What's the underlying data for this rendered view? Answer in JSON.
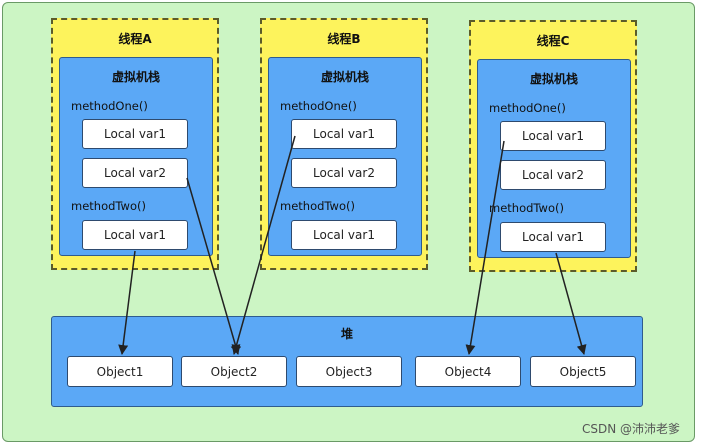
{
  "threads": [
    {
      "title": "线程A",
      "stack_title": "虚拟机栈",
      "method_one": "methodOne()",
      "method_one_vars": [
        "Local var1",
        "Local var2"
      ],
      "method_two": "methodTwo()",
      "method_two_vars": [
        "Local var1"
      ]
    },
    {
      "title": "线程B",
      "stack_title": "虚拟机栈",
      "method_one": "methodOne()",
      "method_one_vars": [
        "Local var1",
        "Local var2"
      ],
      "method_two": "methodTwo()",
      "method_two_vars": [
        "Local var1"
      ]
    },
    {
      "title": "线程C",
      "stack_title": "虚拟机栈",
      "method_one": "methodOne()",
      "method_one_vars": [
        "Local var1",
        "Local var2"
      ],
      "method_two": "methodTwo()",
      "method_two_vars": [
        "Local var1"
      ]
    }
  ],
  "heap": {
    "title": "堆",
    "objects": [
      "Object1",
      "Object2",
      "Object3",
      "Object4",
      "Object5"
    ]
  },
  "references": [
    {
      "from": "线程A · methodTwo() · Local var1",
      "to": "Object1"
    },
    {
      "from": "线程A · methodOne() · Local var2",
      "to": "Object2"
    },
    {
      "from": "线程B · methodOne() · Local var1",
      "to": "Object2"
    },
    {
      "from": "线程C · methodOne() · Local var1",
      "to": "Object4"
    },
    {
      "from": "线程C · methodTwo() · Local var1",
      "to": "Object5"
    }
  ],
  "watermark": "CSDN @沛沛老爹",
  "colors": {
    "background": "#ccf5c4",
    "thread_fill": "#fdf35c",
    "stack_fill": "#5ba8f6",
    "box_fill": "#ffffff",
    "arrow": "#222222"
  }
}
